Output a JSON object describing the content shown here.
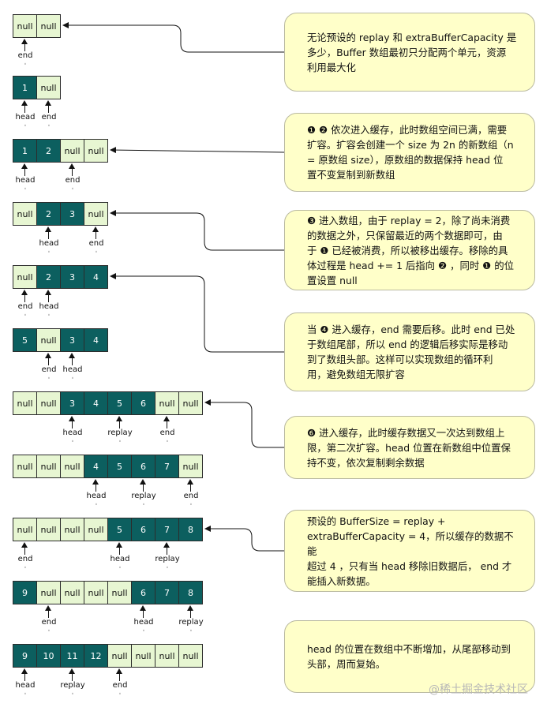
{
  "colors": {
    "empty": "#e7f6d2",
    "filled": "#0c5f5f",
    "note": "#ffffc9",
    "line": "#111111"
  },
  "arrays": [
    {
      "cells": [
        "null",
        "null"
      ],
      "filled": [
        false,
        false
      ],
      "pointers": [
        {
          "name": "end",
          "cell": 0
        }
      ]
    },
    {
      "cells": [
        "1",
        "null"
      ],
      "filled": [
        true,
        false
      ],
      "pointers": [
        {
          "name": "head",
          "cell": 0
        },
        {
          "name": "end",
          "cell": 1
        }
      ]
    },
    {
      "cells": [
        "1",
        "2",
        "null",
        "null"
      ],
      "filled": [
        true,
        true,
        false,
        false
      ],
      "pointers": [
        {
          "name": "head",
          "cell": 0
        },
        {
          "name": "end",
          "cell": 2
        }
      ]
    },
    {
      "cells": [
        "null",
        "2",
        "3",
        "null"
      ],
      "filled": [
        false,
        true,
        true,
        false
      ],
      "pointers": [
        {
          "name": "head",
          "cell": 1
        },
        {
          "name": "end",
          "cell": 3
        }
      ]
    },
    {
      "cells": [
        "null",
        "2",
        "3",
        "4"
      ],
      "filled": [
        false,
        true,
        true,
        true
      ],
      "pointers": [
        {
          "name": "end",
          "cell": 0
        },
        {
          "name": "head",
          "cell": 1
        }
      ]
    },
    {
      "cells": [
        "5",
        "null",
        "3",
        "4"
      ],
      "filled": [
        true,
        false,
        true,
        true
      ],
      "pointers": [
        {
          "name": "end",
          "cell": 1
        },
        {
          "name": "head",
          "cell": 2
        }
      ]
    },
    {
      "cells": [
        "null",
        "null",
        "3",
        "4",
        "5",
        "6",
        "null",
        "null"
      ],
      "filled": [
        false,
        false,
        true,
        true,
        true,
        true,
        false,
        false
      ],
      "pointers": [
        {
          "name": "head",
          "cell": 2
        },
        {
          "name": "replay",
          "cell": 4
        },
        {
          "name": "end",
          "cell": 6
        }
      ]
    },
    {
      "cells": [
        "null",
        "null",
        "null",
        "4",
        "5",
        "6",
        "7",
        "null"
      ],
      "filled": [
        false,
        false,
        false,
        true,
        true,
        true,
        true,
        false
      ],
      "pointers": [
        {
          "name": "head",
          "cell": 3
        },
        {
          "name": "replay",
          "cell": 5
        },
        {
          "name": "end",
          "cell": 7
        }
      ]
    },
    {
      "cells": [
        "null",
        "null",
        "null",
        "null",
        "5",
        "6",
        "7",
        "8"
      ],
      "filled": [
        false,
        false,
        false,
        false,
        true,
        true,
        true,
        true
      ],
      "pointers": [
        {
          "name": "end",
          "cell": 0
        },
        {
          "name": "head",
          "cell": 4
        },
        {
          "name": "replay",
          "cell": 6
        }
      ]
    },
    {
      "cells": [
        "9",
        "null",
        "null",
        "null",
        "null",
        "6",
        "7",
        "8"
      ],
      "filled": [
        true,
        false,
        false,
        false,
        false,
        true,
        true,
        true
      ],
      "pointers": [
        {
          "name": "end",
          "cell": 1
        },
        {
          "name": "head",
          "cell": 5
        },
        {
          "name": "replay",
          "cell": 7
        }
      ]
    },
    {
      "cells": [
        "9",
        "10",
        "11",
        "12",
        "null",
        "null",
        "null",
        "null"
      ],
      "filled": [
        true,
        true,
        true,
        true,
        false,
        false,
        false,
        false
      ],
      "pointers": [
        {
          "name": "head",
          "cell": 0
        },
        {
          "name": "replay",
          "cell": 2
        },
        {
          "name": "end",
          "cell": 4
        }
      ]
    }
  ],
  "notes": [
    {
      "lines": [
        "无论预设的 replay 和 extraBufferCapacity 是",
        "多少，Buffer 数组最初只分配两个单元，资源",
        "利用最大化"
      ],
      "target": 0
    },
    {
      "lines": [
        "❶ ❷ 依次进入缓存，此时数组空间已满，需要",
        "扩容。扩容会创建一个 size 为 2n 的新数组（n",
        "= 原数组 size），原数组的数据保持 head 位",
        "置不变复制到新数组"
      ],
      "target": 2
    },
    {
      "lines": [
        "❸ 进入数组，由于 replay = 2，除了尚未消费",
        "的数据之外，只保留最近的两个数据即可，由",
        "于 ❶ 已经被消费，所以被移出缓存。移除的具",
        "体过程是 head += 1 后指向 ❷ ，同时 ❶ 的位",
        "置设置 null"
      ],
      "target": 3
    },
    {
      "lines": [
        "当 ❹ 进入缓存，end 需要后移。此时 end 已处",
        "于数组尾部，所以 end 的逻辑后移实际是移动",
        "到了数组头部。这样可以实现数组的循环利",
        "用，避免数组无限扩容"
      ],
      "target": 4
    },
    {
      "lines": [
        "❻ 进入缓存，此时缓存数据又一次达到数组上",
        "限，第二次扩容。head 位置在新数组中位置保",
        "持不变，依次复制剩余数据"
      ],
      "target": 6
    },
    {
      "lines": [
        "预设的 BufferSize = replay +",
        "extraBufferCapacity = 4，所以缓存的数据不能",
        "超过 4 ，只有当 head 移除旧数据后， end 才",
        "能插入新数据。"
      ],
      "target": 8
    },
    {
      "lines": [
        "head 的位置在数组中不断增加，从尾部移动到",
        "头部，周而复始。"
      ],
      "target": null
    }
  ],
  "watermark": "@稀土掘金技术社区"
}
